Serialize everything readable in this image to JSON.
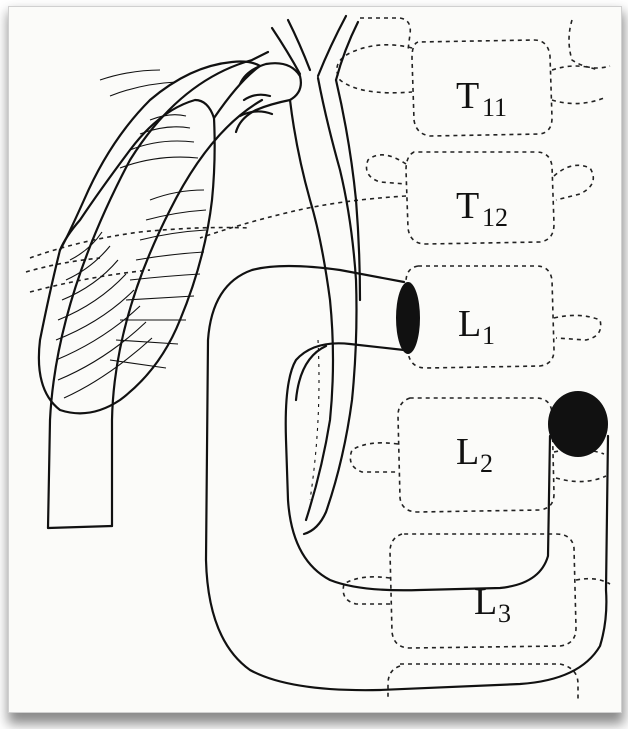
{
  "vertebrae": [
    {
      "base": "T",
      "sub": "11"
    },
    {
      "base": "T",
      "sub": "12"
    },
    {
      "base": "L",
      "sub": "1"
    },
    {
      "base": "L",
      "sub": "2"
    },
    {
      "base": "L",
      "sub": "3"
    }
  ]
}
